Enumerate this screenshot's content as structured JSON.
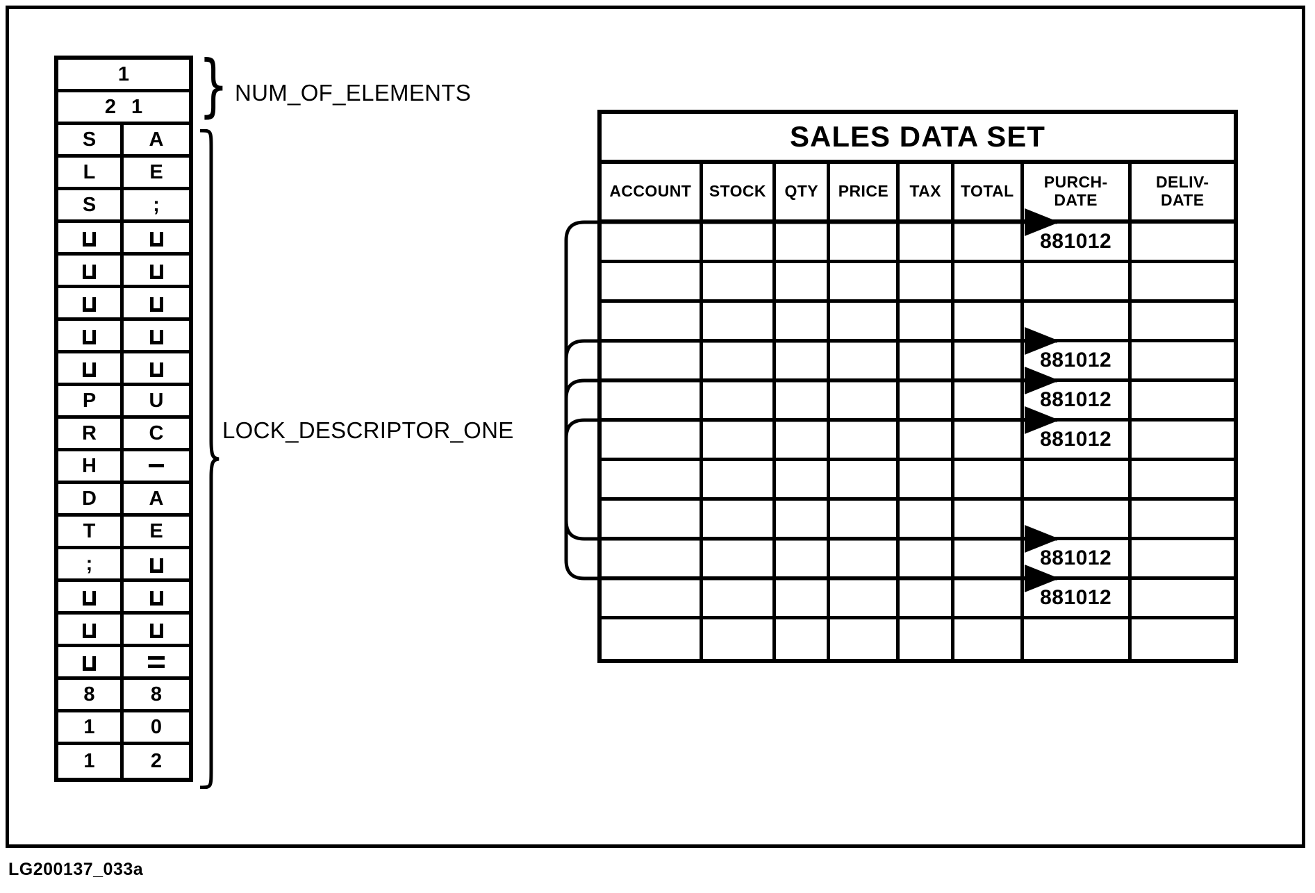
{
  "diagram": {
    "caption": "LG200137_033a",
    "labels": {
      "num_of_elements": "NUM_OF_ELEMENTS",
      "lock_descriptor": "LOCK_DESCRIPTOR_ONE"
    }
  },
  "byte_array": {
    "name": "lock-descriptor-byte-array",
    "header_rows": [
      {
        "value": "1",
        "span": 2
      },
      {
        "value": "2 1",
        "span": 2
      }
    ],
    "rows": [
      {
        "left": "S",
        "right": "A"
      },
      {
        "left": "L",
        "right": "E"
      },
      {
        "left": "S",
        "right": ";"
      },
      {
        "left": "blank",
        "right": "blank"
      },
      {
        "left": "blank",
        "right": "blank"
      },
      {
        "left": "blank",
        "right": "blank"
      },
      {
        "left": "blank",
        "right": "blank"
      },
      {
        "left": "blank",
        "right": "blank"
      },
      {
        "left": "P",
        "right": "U"
      },
      {
        "left": "R",
        "right": "C"
      },
      {
        "left": "H",
        "right": "dash"
      },
      {
        "left": "D",
        "right": "A"
      },
      {
        "left": "T",
        "right": "E"
      },
      {
        "left": ";",
        "right": "blank"
      },
      {
        "left": "blank",
        "right": "blank"
      },
      {
        "left": "blank",
        "right": "blank"
      },
      {
        "left": "blank",
        "right": "equals"
      },
      {
        "left": "8",
        "right": "8"
      },
      {
        "left": "1",
        "right": "0"
      },
      {
        "left": "1",
        "right": "2"
      }
    ]
  },
  "sales_data_set": {
    "title": "SALES DATA SET",
    "columns": [
      {
        "key": "account",
        "label": "ACCOUNT"
      },
      {
        "key": "stock",
        "label": "STOCK"
      },
      {
        "key": "qty",
        "label": "QTY"
      },
      {
        "key": "price",
        "label": "PRICE"
      },
      {
        "key": "tax",
        "label": "TAX"
      },
      {
        "key": "total",
        "label": "TOTAL"
      },
      {
        "key": "purch",
        "label": "PURCH-DATE"
      },
      {
        "key": "deliv",
        "label": "DELIV-DATE"
      }
    ],
    "rows": [
      {
        "account": "",
        "stock": "",
        "qty": "",
        "price": "",
        "tax": "",
        "total": "",
        "purch": "881012",
        "deliv": "",
        "matched": true
      },
      {
        "account": "",
        "stock": "",
        "qty": "",
        "price": "",
        "tax": "",
        "total": "",
        "purch": "",
        "deliv": "",
        "matched": false
      },
      {
        "account": "",
        "stock": "",
        "qty": "",
        "price": "",
        "tax": "",
        "total": "",
        "purch": "",
        "deliv": "",
        "matched": false
      },
      {
        "account": "",
        "stock": "",
        "qty": "",
        "price": "",
        "tax": "",
        "total": "",
        "purch": "881012",
        "deliv": "",
        "matched": true
      },
      {
        "account": "",
        "stock": "",
        "qty": "",
        "price": "",
        "tax": "",
        "total": "",
        "purch": "881012",
        "deliv": "",
        "matched": true
      },
      {
        "account": "",
        "stock": "",
        "qty": "",
        "price": "",
        "tax": "",
        "total": "",
        "purch": "881012",
        "deliv": "",
        "matched": true
      },
      {
        "account": "",
        "stock": "",
        "qty": "",
        "price": "",
        "tax": "",
        "total": "",
        "purch": "",
        "deliv": "",
        "matched": false
      },
      {
        "account": "",
        "stock": "",
        "qty": "",
        "price": "",
        "tax": "",
        "total": "",
        "purch": "",
        "deliv": "",
        "matched": false
      },
      {
        "account": "",
        "stock": "",
        "qty": "",
        "price": "",
        "tax": "",
        "total": "",
        "purch": "881012",
        "deliv": "",
        "matched": true
      },
      {
        "account": "",
        "stock": "",
        "qty": "",
        "price": "",
        "tax": "",
        "total": "",
        "purch": "881012",
        "deliv": "",
        "matched": true
      },
      {
        "account": "",
        "stock": "",
        "qty": "",
        "price": "",
        "tax": "",
        "total": "",
        "purch": "",
        "deliv": "",
        "matched": false
      }
    ]
  }
}
